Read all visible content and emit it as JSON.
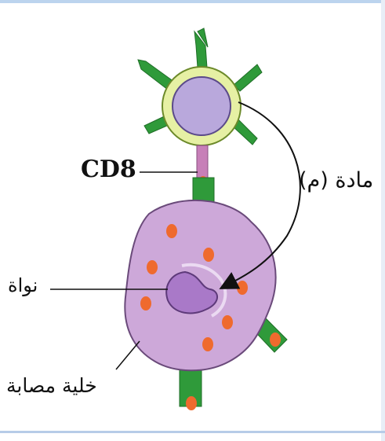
{
  "labels": {
    "cd8": "CD8",
    "matter": "مادة (م)",
    "nucleus": "نواة",
    "infected_cell": "خلية مصابة"
  },
  "colors": {
    "receptor_green": "#2f9a3a",
    "tcell_outer": "#e6f0a4",
    "tcell_inner": "#b9a8dc",
    "cd8_pink": "#c77fb8",
    "infected_cell": "#cda8d9",
    "nucleus": "#a979c8",
    "orange_dot": "#ef6a2e"
  }
}
